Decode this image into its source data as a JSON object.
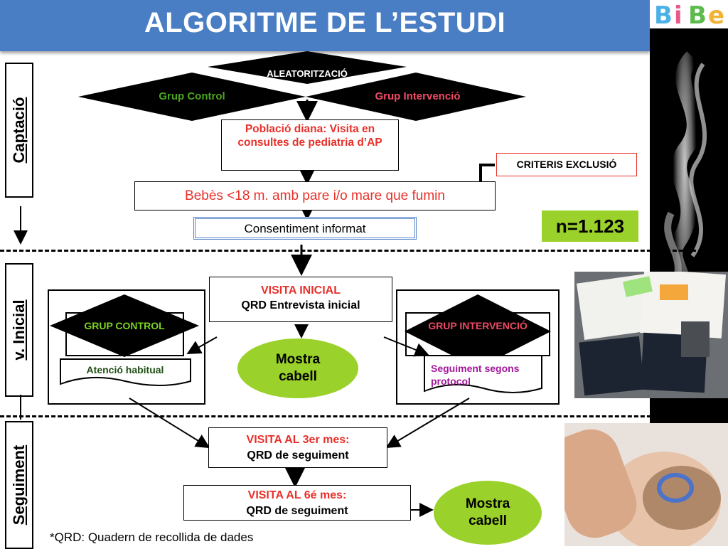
{
  "title": "ALGORITME DE L’ESTUDI",
  "logo": {
    "letters": [
      "B",
      "i",
      "B",
      "e"
    ],
    "colors": [
      "#4cb2e6",
      "#e85a8d",
      "#5dbb4c",
      "#f2b233"
    ]
  },
  "phases": {
    "captacio": "Captació",
    "inicial": "v. Inicial",
    "seguiment": "Seguiment"
  },
  "randomization": {
    "label": "ALEATORITZACIÓ",
    "control": "Grup Control",
    "intervention": "Grup Intervenció"
  },
  "target_population": "Població diana: Visita en consultes de pediatria d’AP",
  "exclusion": "CRITERIS EXCLUSIÓ",
  "inclusion": "Bebès <18 m.  amb pare i/o mare que fumin",
  "consent": "Consentiment informat",
  "sample_size": "n=1.123",
  "initial_visit": {
    "title": "VISITA INICIAL",
    "subtitle": "QRD Entrevista inicial"
  },
  "control_group": {
    "label": "GRUP CONTROL",
    "care": "Atenció habitual"
  },
  "intervention_group": {
    "label": "GRUP INTERVENCIÓ",
    "care": "Seguiment segons protocol"
  },
  "hair_sample": "Mostra cabell",
  "visit_3": {
    "title": "VISITA AL 3er mes:",
    "subtitle": "QRD de seguiment"
  },
  "visit_6": {
    "title": "VISITA AL 6é mes:",
    "subtitle": "QRD de seguiment"
  },
  "footnote": "*QRD: Quadern de recollida de dades",
  "colors": {
    "title_bar": "#4a7ec4",
    "ellipse": "#9ad12a",
    "red": "#e8302a",
    "purple": "#a2179a"
  }
}
